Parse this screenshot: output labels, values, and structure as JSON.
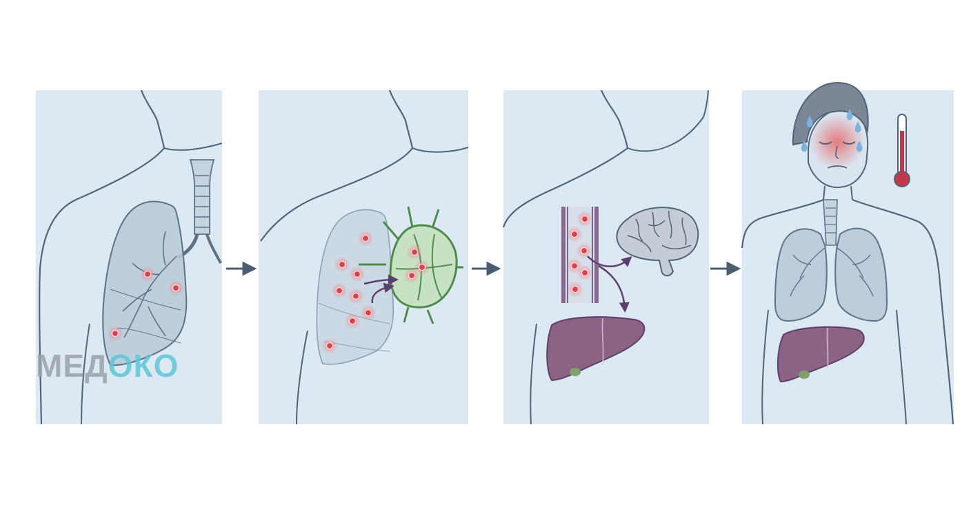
{
  "logo": {
    "part1": "МЕД",
    "part2": "ОКО",
    "color1": "#9aa2a8",
    "color2": "#5fc6d6"
  },
  "colors": {
    "panel": "#dde9f2",
    "outline": "#4f6478",
    "lung": "#b9cad8",
    "lung_outline": "#5d7186",
    "bacteria": "#d9424d",
    "bacteria_glow": "#ef8a90",
    "lymph_node": "#c7e2c3",
    "lymph_outline": "#4f8a4d",
    "liver": "#8c6384",
    "brain": "#c5ccd6",
    "vessel": "#8b6a92",
    "arrow": "#4a5e70",
    "pathway_arrow": "#5b3f6c",
    "thermometer": "#c0394a",
    "sweat": "#7fb2dc",
    "fever_flush": "#e85a5a"
  },
  "stages": [
    {
      "id": "stage-1-lung-infection",
      "icons": [
        "trachea-icon",
        "lung-icon",
        "bacteria-icon"
      ]
    },
    {
      "id": "stage-2-lymph-node-spread",
      "icons": [
        "lung-icon",
        "lymph-node-icon",
        "bacteria-icon"
      ]
    },
    {
      "id": "stage-3-bloodstream-dissemination",
      "icons": [
        "blood-vessel-icon",
        "brain-icon",
        "liver-icon"
      ]
    },
    {
      "id": "stage-4-systemic-symptoms",
      "icons": [
        "face-fever-icon",
        "thermometer-icon",
        "lungs-icon",
        "liver-icon"
      ]
    }
  ]
}
